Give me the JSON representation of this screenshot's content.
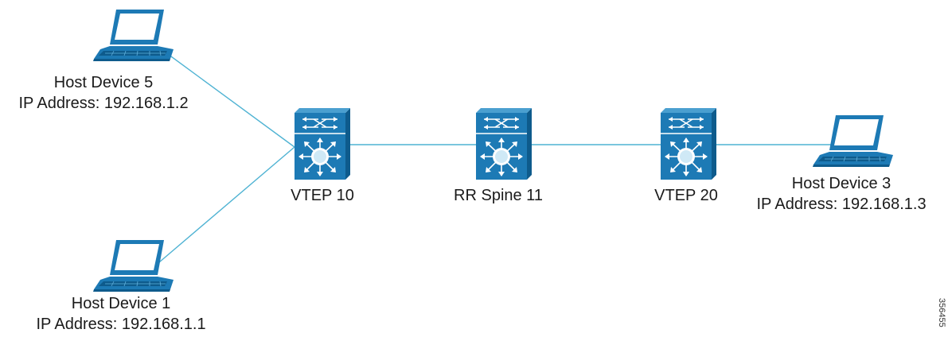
{
  "colors": {
    "link": "#4fb3d3",
    "device_fill": "#1d7ab5",
    "device_dark": "#0e5b8c",
    "device_light": "#cfe9f6",
    "text": "#1a1a1a"
  },
  "hosts": [
    {
      "id": "host5",
      "icon": "laptop-icon",
      "name": "Host Device 5",
      "ip": "IP Address: 192.168.1.2"
    },
    {
      "id": "host1",
      "icon": "laptop-icon",
      "name": "Host Device 1",
      "ip": "IP Address: 192.168.1.1"
    },
    {
      "id": "host3",
      "icon": "laptop-icon",
      "name": "Host Device 3",
      "ip": "IP Address: 192.168.1.3"
    }
  ],
  "switches": [
    {
      "id": "vtep10",
      "icon": "multilayer-switch-icon",
      "label": "VTEP 10"
    },
    {
      "id": "spine11",
      "icon": "multilayer-switch-icon",
      "label": "RR Spine 11"
    },
    {
      "id": "vtep20",
      "icon": "multilayer-switch-icon",
      "label": "VTEP 20"
    }
  ],
  "links": [
    {
      "from": "host5",
      "to": "vtep10"
    },
    {
      "from": "host1",
      "to": "vtep10"
    },
    {
      "from": "vtep10",
      "to": "spine11"
    },
    {
      "from": "spine11",
      "to": "vtep20"
    },
    {
      "from": "vtep20",
      "to": "host3"
    }
  ],
  "figure_id": "356455"
}
